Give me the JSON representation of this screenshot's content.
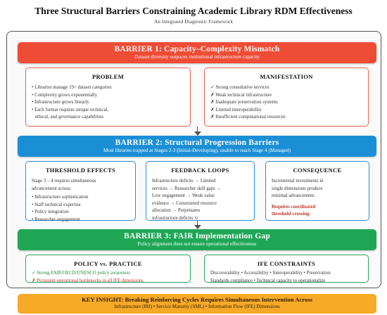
{
  "header": {
    "title": "Three Structural Barriers Constraining Academic Library RDM Effectiveness",
    "subtitle": "An Integrated Diagnostic Framework"
  },
  "barrier1": {
    "title": "BARRIER 1: Capacity–Complexity Mismatch",
    "subtitle": "Dataset diversity outpaces institutional infrastructure capacity",
    "problem": {
      "heading": "PROBLEM",
      "items": [
        "• Libraries manage 19+ dataset categories",
        "• Complexity grows exponentially",
        "• Infrastructure grows linearly",
        "• Each format requires unique technical,",
        "  ethical, and governance capabilities"
      ]
    },
    "manifestation": {
      "heading": "MANIFESTATION",
      "items": [
        "✓ Strong consultative services",
        "✗ Weak technical infrastructure",
        "✗ Inadequate preservation systems",
        "✗ Limited interoperability",
        "✗ Insufficient computational resources"
      ]
    }
  },
  "barrier2": {
    "title": "BARRIER 2: Structural Progression Barriers",
    "subtitle": "Most libraries trapped at Stages 2-3 (Initial-Developing), unable to reach Stage 4 (Managed)",
    "threshold": {
      "heading": "THRESHOLD EFFECTS",
      "intro1": "Stage 3→4 requires simultaneous",
      "intro2": "advancement across:",
      "items": [
        "• Infrastructure sophistication",
        "• Staff technical expertise",
        "• Policy integration",
        "• Researcher engagement"
      ]
    },
    "feedback": {
      "heading": "FEEDBACK LOOPS",
      "lines": [
        "Infrastructure deficits → Limited",
        "services → Researcher skill gaps →",
        "Low engagement → Weak value",
        "evidence → Constrained resource",
        "allocation → Perpetuates",
        "infrastructure deficits ↻"
      ]
    },
    "consequence": {
      "heading": "CONSEQUENCE",
      "lines": [
        "Incremental investments in",
        "single dimensions produce",
        "minimal advancement."
      ],
      "emphasis1": "Requires coordinated",
      "emphasis2": "threshold-crossing."
    }
  },
  "barrier3": {
    "title": "BARRIER 3: FAIR Implementation Gap",
    "subtitle": "Policy alignment does not ensure operational effectiveness",
    "policy": {
      "heading": "POLICY vs. PRACTICE",
      "good": "✓ Strong FAIR/OECD/UNESCO policy awareness",
      "bad": "✗ Persistent operational bottlenecks in all IFE dimensions"
    },
    "ife": {
      "heading": "IFE CONSTRAINTS",
      "line1": "Discoverability • Accessibility • Interoperability • Preservation",
      "line2": "Standards compliance • Technical capacity to operationalize"
    }
  },
  "insight": {
    "title": "KEY INSIGHT: Breaking Reinforcing Cycles Requires Simultaneous Intervention Across",
    "subtitle": "Infrastructure (IRI) • Service Maturity (SML) • Information Flow (IFE) Dimensions"
  },
  "colors": {
    "barrier1": "#ef4c36",
    "barrier2": "#1b8fd6",
    "barrier3": "#1fa756",
    "insight": "#f7a928"
  },
  "icons": [
    "down-arrow-icon",
    "check-icon",
    "cross-icon",
    "cycle-icon"
  ]
}
